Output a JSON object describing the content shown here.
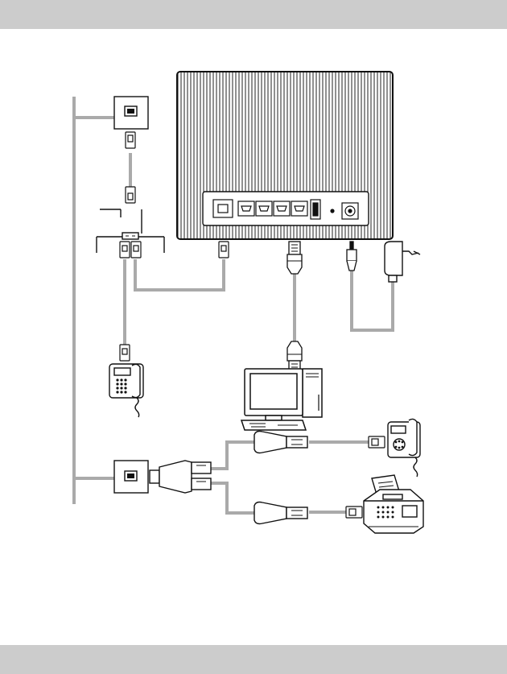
{
  "colors": {
    "band": "#cccccc",
    "cable": "#aaaaaa",
    "line": "#111111",
    "background": "#ffffff"
  },
  "diagram": {
    "nodes": [
      {
        "id": "wall-socket-top",
        "icon": "wall-phone-socket-icon"
      },
      {
        "id": "splitter",
        "icon": "dsl-splitter-icon"
      },
      {
        "id": "router",
        "icon": "router-icon",
        "ports": [
          "dsl-port",
          "lan-port-1",
          "lan-port-2",
          "lan-port-3",
          "lan-port-4",
          "usb-port",
          "reset-button",
          "power-jack"
        ]
      },
      {
        "id": "power-adapter",
        "icon": "power-adapter-icon"
      },
      {
        "id": "telephone-left",
        "icon": "telephone-icon"
      },
      {
        "id": "computer",
        "icon": "desktop-computer-icon"
      },
      {
        "id": "wall-socket-bottom",
        "icon": "wall-phone-socket-icon"
      },
      {
        "id": "double-adapter",
        "icon": "double-adapter-icon"
      },
      {
        "id": "ata-adapter-top",
        "icon": "phone-adapter-icon"
      },
      {
        "id": "ata-adapter-bottom",
        "icon": "phone-adapter-icon"
      },
      {
        "id": "telephone-right",
        "icon": "telephone-icon"
      },
      {
        "id": "fax-machine",
        "icon": "fax-machine-icon"
      }
    ],
    "edges": [
      {
        "from": "wall-socket-top",
        "to": "splitter",
        "cable": "rj11"
      },
      {
        "from": "splitter",
        "to": "router",
        "cable": "rj11"
      },
      {
        "from": "splitter",
        "to": "telephone-left",
        "cable": "rj11"
      },
      {
        "from": "router",
        "to": "computer",
        "cable": "ethernet"
      },
      {
        "from": "power-adapter",
        "to": "router",
        "cable": "power"
      },
      {
        "from": "wall-socket-bottom",
        "to": "double-adapter",
        "cable": "direct"
      },
      {
        "from": "double-adapter",
        "to": "ata-adapter-top",
        "cable": "rj11"
      },
      {
        "from": "double-adapter",
        "to": "ata-adapter-bottom",
        "cable": "rj11"
      },
      {
        "from": "ata-adapter-top",
        "to": "telephone-right",
        "cable": "rj11"
      },
      {
        "from": "ata-adapter-bottom",
        "to": "fax-machine",
        "cable": "rj11"
      }
    ]
  }
}
